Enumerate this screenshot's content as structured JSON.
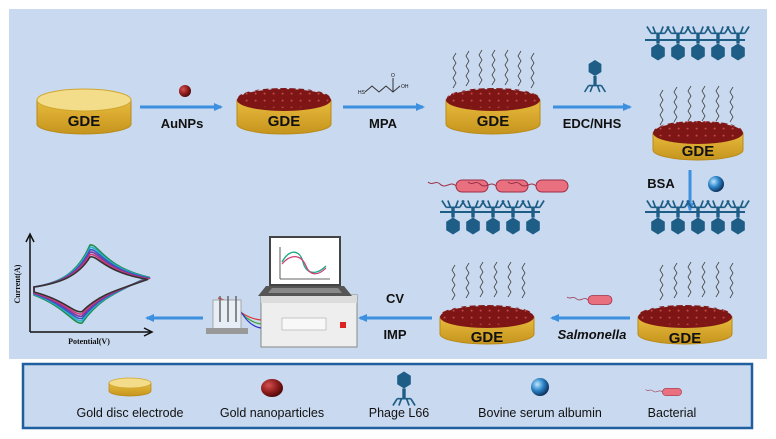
{
  "electrode_label": "GDE",
  "steps": {
    "aunps": "AuNPs",
    "mpa": "MPA",
    "edc_nhs": "EDC/NHS",
    "bsa": "BSA",
    "salmonella": "Salmonella",
    "cv": "CV",
    "imp": "IMP"
  },
  "plot": {
    "ylabel": "Current(A)",
    "xlabel": "Potential(V)",
    "series_colors": [
      "#1f8a4c",
      "#25b3c8",
      "#3a55c8",
      "#7a3aa0",
      "#d23a78",
      "#333333"
    ]
  },
  "legend": {
    "items": [
      {
        "label": "Gold disc electrode",
        "icon": "disc-electrode-icon"
      },
      {
        "label": "Gold nanoparticles",
        "icon": "nanoparticle-icon"
      },
      {
        "label": "Phage L66",
        "icon": "phage-icon"
      },
      {
        "label": "Bovine serum albumin",
        "icon": "bsa-icon"
      },
      {
        "label": "Bacterial",
        "icon": "bacterium-icon"
      }
    ]
  },
  "colors": {
    "background": "#c9d9ef",
    "arrow": "#3d8fe0",
    "gold": "#e6b93a",
    "gold_dark": "#b88a18",
    "particle": "#8a1a1a",
    "phage": "#1d5d86",
    "bacteria": "#e8707f",
    "legend_border": "#1f5fa0"
  }
}
